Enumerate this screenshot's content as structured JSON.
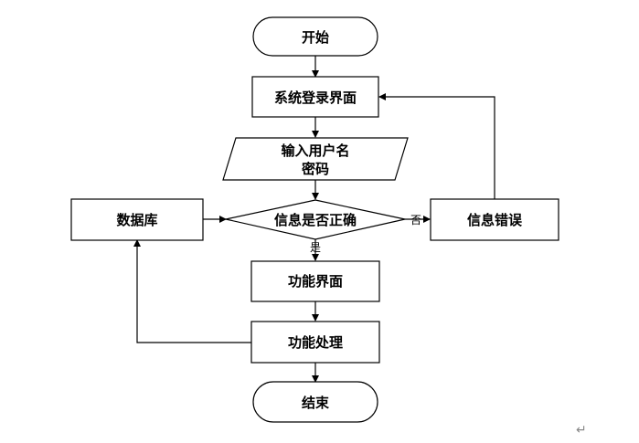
{
  "nodes": {
    "start": "开始",
    "login": "系统登录界面",
    "input_line1": "输入用户名",
    "input_line2": "密码",
    "decision": "信息是否正确",
    "database": "数据库",
    "error": "信息错误",
    "function_ui": "功能界面",
    "function_proc": "功能处理",
    "end": "结束"
  },
  "edges": {
    "no_label": "否",
    "yes_label": "是"
  },
  "paragraph_mark": "↵"
}
